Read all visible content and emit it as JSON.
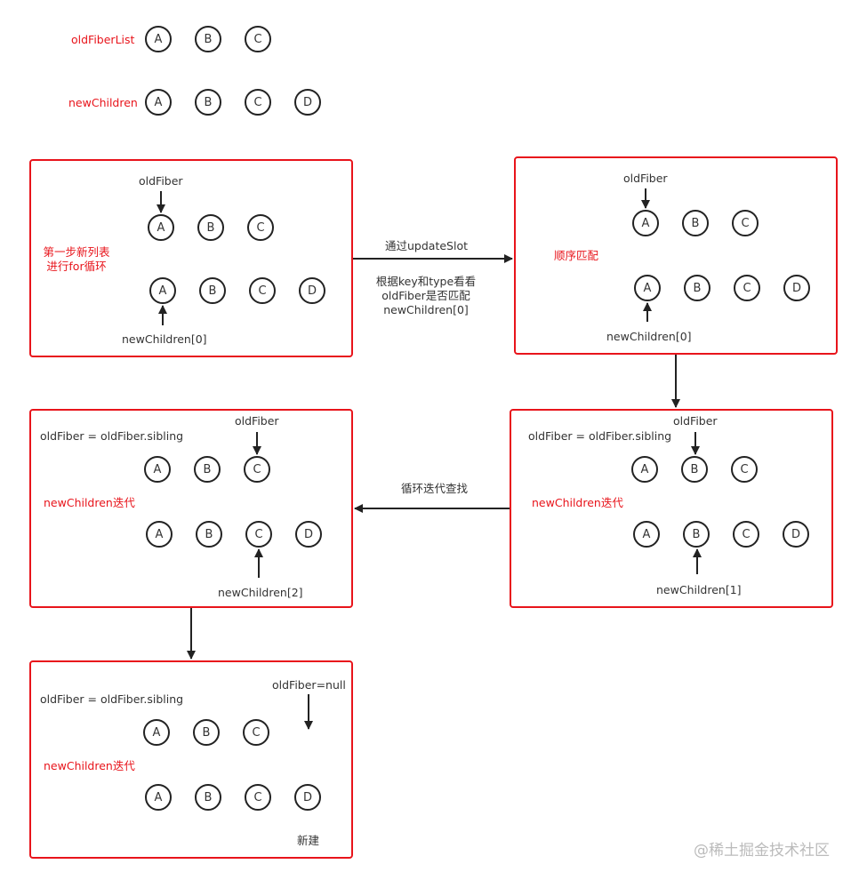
{
  "legend": {
    "old_label": "oldFiberList",
    "old_nodes": [
      "A",
      "B",
      "C"
    ],
    "new_label": "newChildren",
    "new_nodes": [
      "A",
      "B",
      "C",
      "D"
    ]
  },
  "colors": {
    "accent_red": "#e8141b",
    "stroke": "#222222",
    "text": "#333333"
  },
  "step1": {
    "side_label_line1": "第一步新列表",
    "side_label_line2": "进行for循环",
    "pointer_top": "oldFiber",
    "pointer_bottom": "newChildren[0]",
    "old_nodes": [
      "A",
      "B",
      "C"
    ],
    "new_nodes": [
      "A",
      "B",
      "C",
      "D"
    ]
  },
  "edge1": {
    "label_top": "通过updateSlot",
    "label_line1": "根据key和type看看",
    "label_line2": "oldFiber是否匹配",
    "label_line3": "newChildren[0]"
  },
  "step2": {
    "side_label": "顺序匹配",
    "pointer_top": "oldFiber",
    "pointer_bottom": "newChildren[0]",
    "old_nodes": [
      "A",
      "B",
      "C"
    ],
    "new_nodes": [
      "A",
      "B",
      "C",
      "D"
    ]
  },
  "step3": {
    "assign_text": "oldFiber = oldFiber.sibling",
    "side_label": "newChildren迭代",
    "pointer_top": "oldFiber",
    "pointer_bottom": "newChildren[1]",
    "old_nodes": [
      "A",
      "B",
      "C"
    ],
    "new_nodes": [
      "A",
      "B",
      "C",
      "D"
    ]
  },
  "edge2": {
    "label": "循环迭代查找"
  },
  "step4": {
    "assign_text": "oldFiber = oldFiber.sibling",
    "side_label": "newChildren迭代",
    "pointer_top": "oldFiber",
    "pointer_bottom": "newChildren[2]",
    "old_nodes": [
      "A",
      "B",
      "C"
    ],
    "new_nodes": [
      "A",
      "B",
      "C",
      "D"
    ]
  },
  "step5": {
    "assign_text": "oldFiber = oldFiber.sibling",
    "side_label": "newChildren迭代",
    "pointer_top": "oldFiber=null",
    "new_note": "新建",
    "old_nodes": [
      "A",
      "B",
      "C"
    ],
    "new_nodes": [
      "A",
      "B",
      "C",
      "D"
    ]
  },
  "watermark": "@稀土掘金技术社区"
}
